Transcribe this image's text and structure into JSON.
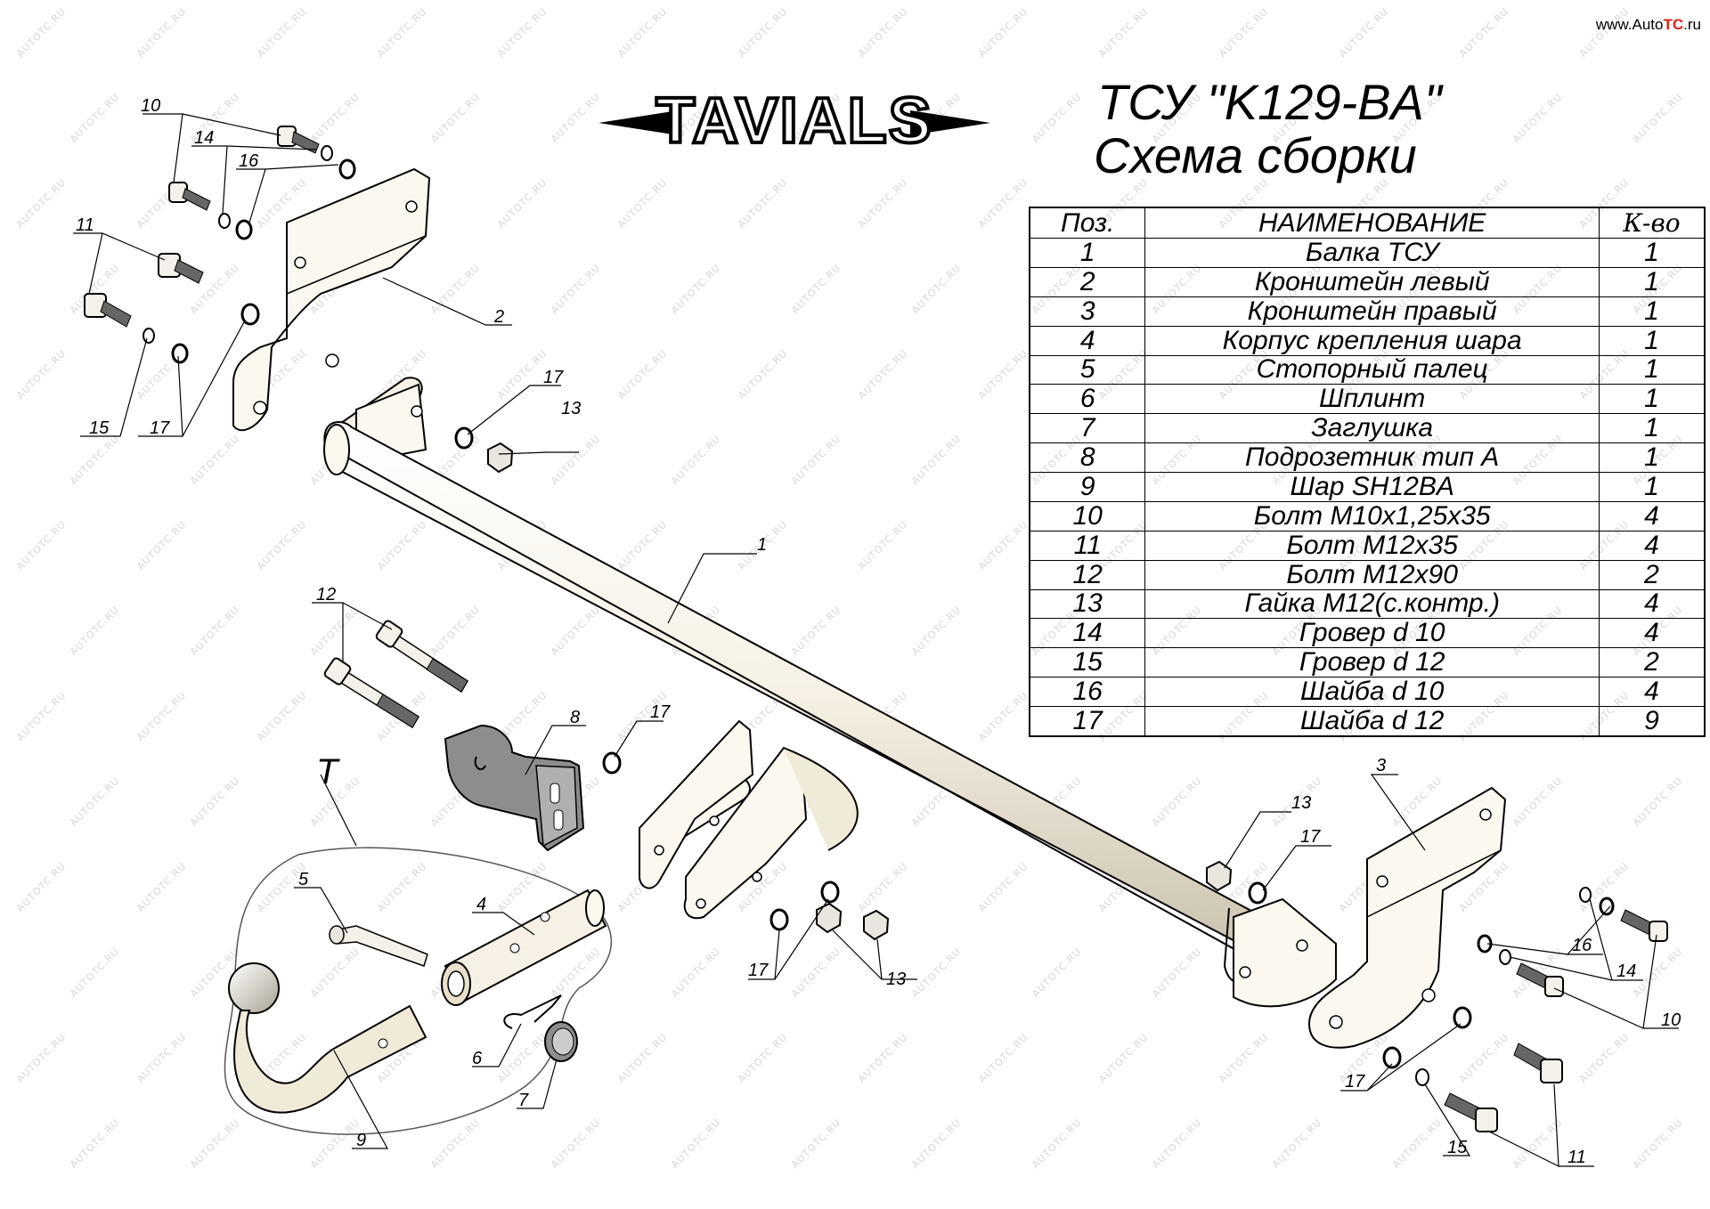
{
  "watermark_text": "AUTOTC.RU",
  "site_url": {
    "prefix": "www.Auto",
    "accent": "TC",
    "suffix": ".ru"
  },
  "logo_text": "TAVIALS",
  "title_line1": "ТСУ \"K129-BA\"",
  "title_line2": "Схема сборки",
  "table": {
    "headers": [
      "Поз.",
      "НАИМЕНОВАНИЕ",
      "К-во"
    ],
    "rows": [
      [
        "1",
        "Балка ТСУ",
        "1"
      ],
      [
        "2",
        "Кронштейн левый",
        "1"
      ],
      [
        "3",
        "Кронштейн правый",
        "1"
      ],
      [
        "4",
        "Корпус крепления шара",
        "1"
      ],
      [
        "5",
        "Стопорный палец",
        "1"
      ],
      [
        "6",
        "Шплинт",
        "1"
      ],
      [
        "7",
        "Заглушка",
        "1"
      ],
      [
        "8",
        "Подрозетник тип А",
        "1"
      ],
      [
        "9",
        "Шар SH12BA",
        "1"
      ],
      [
        "10",
        "Болт М10х1,25х35",
        "4"
      ],
      [
        "11",
        "Болт М12х35",
        "4"
      ],
      [
        "12",
        "Болт М12х90",
        "2"
      ],
      [
        "13",
        "Гайка М12(с.контр.)",
        "4"
      ],
      [
        "14",
        "Гровер d 10",
        "4"
      ],
      [
        "15",
        "Гровер d 12",
        "2"
      ],
      [
        "16",
        "Шайба d 10",
        "4"
      ],
      [
        "17",
        "Шайба d 12",
        "9"
      ]
    ]
  },
  "callouts": {
    "t_label": "T",
    "l10a": "10",
    "l14a": "14",
    "l16a": "16",
    "l11a": "11",
    "l15a": "15",
    "l17a": "17",
    "l2": "2",
    "l17b": "17",
    "l13a": "13",
    "l1": "1",
    "l12": "12",
    "l8": "8",
    "l17c": "17",
    "l5": "5",
    "l4": "4",
    "l6": "6",
    "l7": "7",
    "l9": "9",
    "l17d": "17",
    "l13b": "13",
    "l13c": "13",
    "l17e": "17",
    "l3": "3",
    "l16b": "16",
    "l14b": "14",
    "l10b": "10",
    "l17f": "17",
    "l15b": "15",
    "l11b": "11"
  }
}
